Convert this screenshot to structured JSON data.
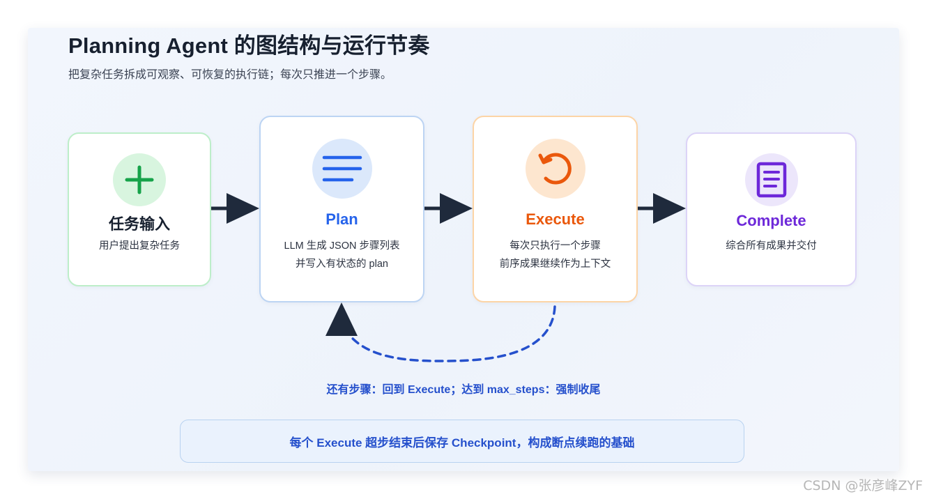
{
  "header": {
    "title": "Planning Agent 的图结构与运行节奏",
    "subtitle": "把复杂任务拆成可观察、可恢复的执行链；每次只推进一个步骤。"
  },
  "nodes": [
    {
      "id": "input",
      "icon": "plus-icon",
      "title": "任务输入",
      "desc_lines": [
        "用户提出复杂任务"
      ],
      "accent": "#16a34a",
      "icon_bg": "#d8f5df",
      "title_color": "#17202f"
    },
    {
      "id": "plan",
      "icon": "menu-lines-icon",
      "title": "Plan",
      "desc_lines": [
        "LLM 生成 JSON 步骤列表",
        "并写入有状态的 plan"
      ],
      "accent": "#2563eb",
      "icon_bg": "#dbe8fb",
      "title_color": "#2563eb"
    },
    {
      "id": "execute",
      "icon": "rotate-ccw-icon",
      "title": "Execute",
      "desc_lines": [
        "每次只执行一个步骤",
        "前序成果继续作为上下文"
      ],
      "accent": "#ea580c",
      "icon_bg": "#fde6cf",
      "title_color": "#ea580c"
    },
    {
      "id": "complete",
      "icon": "document-icon",
      "title": "Complete",
      "desc_lines": [
        "综合所有成果并交付"
      ],
      "accent": "#6d28d9",
      "icon_bg": "#ece6fb",
      "title_color": "#6d28d9"
    }
  ],
  "edges": {
    "arrow_color": "#1f2a3c",
    "loop_color": "#2550cc"
  },
  "loop_note": "还有步骤：回到 Execute；达到 max_steps：强制收尾",
  "checkpoint_note": "每个 Execute 超步结束后保存 Checkpoint，构成断点续跑的基础",
  "watermark": "CSDN @张彦峰ZYF"
}
